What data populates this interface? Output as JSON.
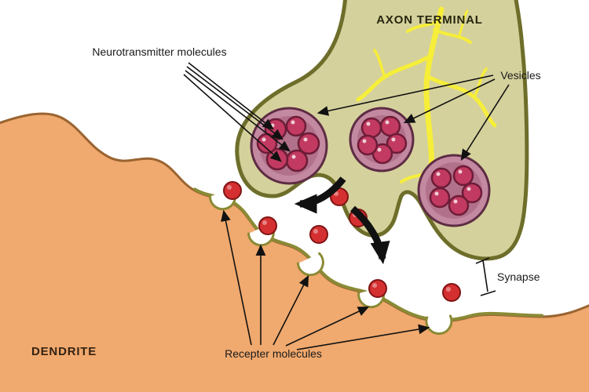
{
  "diagram": {
    "labels": {
      "axon_terminal": "AXON TERMINAL",
      "neurotransmitter_molecules": "Neurotransmitter molecules",
      "vesicles": "Vesicles",
      "synapse": "Synapse",
      "dendrite": "DENDRITE",
      "receptor_molecules": "Recepter molecules"
    },
    "colors": {
      "background": "#ffffff",
      "axon_fill": "#d5d19c",
      "axon_outline": "#6e6e2b",
      "signal_branches": "#f6ee39",
      "dendrite_fill": "#f0a96e",
      "dendrite_outline": "#9a6430",
      "membrane_line": "#8a8a35",
      "vesicle_outer": "#c389a0",
      "vesicle_outline": "#5e2c44",
      "vesicle_inner": "#b2718b",
      "molecule_fill": "#c23a61",
      "molecule_outline": "#6d1c37",
      "released_molecule_fill": "#d53031",
      "released_molecule_outline": "#801414",
      "arrow_color": "#111111",
      "text_color": "#1a1a1a"
    }
  }
}
